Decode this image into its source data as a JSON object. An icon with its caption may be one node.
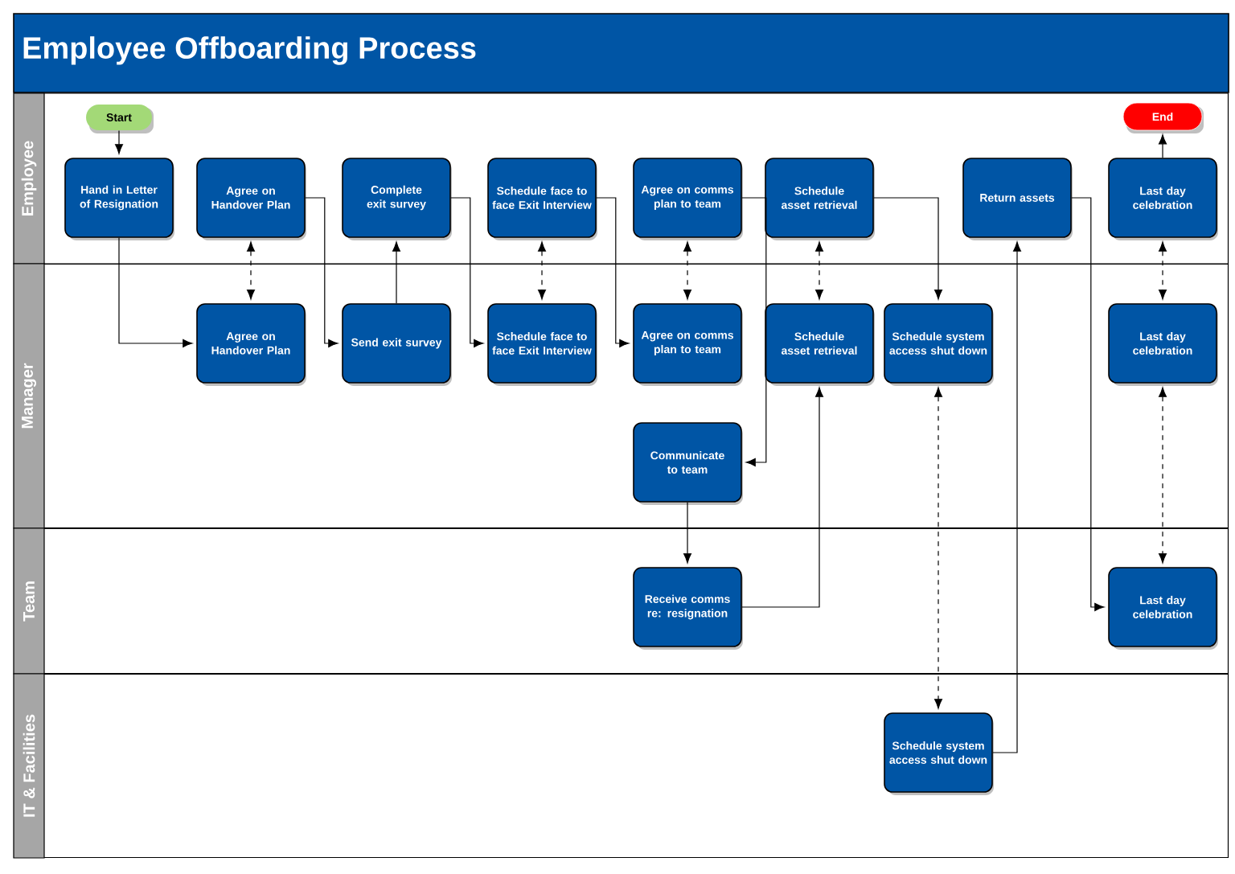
{
  "diagram": {
    "title": "Employee Offboarding Process",
    "nodes": [
      {
        "text": [
          "Employee"
        ]
      },
      {
        "text": [
          "Manager"
        ]
      },
      {
        "text": [
          "Team"
        ]
      },
      {
        "text": [
          "IT & Facilities"
        ]
      },
      {
        "text": [
          "Start"
        ],
        "in": 0
      },
      {
        "text": [
          "Hand in Letter of Resignation"
        ],
        "in": 0
      },
      {
        "text": [
          "Agree on Handover Plan"
        ],
        "in": 0
      },
      {
        "text": [
          "Complete exit survey"
        ],
        "in": 0
      },
      {
        "text": [
          "Schedule face to face Exit Interview"
        ],
        "in": 0
      },
      {
        "text": [
          "Agree on comms plan to team"
        ],
        "in": 0
      },
      {
        "text": [
          "Schedule asset retrieval"
        ],
        "in": 0
      },
      {
        "text": [
          "Return assets"
        ],
        "in": 0
      },
      {
        "text": [
          "End"
        ],
        "in": 0
      },
      {
        "text": [
          "Last day celebration"
        ],
        "in": 0
      },
      {
        "text": [
          "Agree on Handover Plan"
        ],
        "in": 1
      },
      {
        "text": [
          "Send exit survey"
        ],
        "in": 1
      },
      {
        "text": [
          "Schedule face to face Exit Interview"
        ],
        "in": 1
      },
      {
        "text": [
          "Agree on comms plan to team"
        ],
        "in": 1
      },
      {
        "text": [
          "Schedule asset retrieval"
        ],
        "in": 1
      },
      {
        "text": [
          "Schedule system access shut down"
        ],
        "in": 1
      },
      {
        "text": [
          "Last day celebration"
        ],
        "in": 1
      },
      {
        "text": [
          "Communicate to team"
        ],
        "in": 1
      },
      {
        "text": [
          "Receive comms re: resignation"
        ],
        "in": 2
      },
      {
        "text": [
          "Last day celebration"
        ],
        "in": 2
      },
      {
        "text": [
          "Schedule system access shut down"
        ],
        "in": 3
      }
    ],
    "edges": [
      {
        "from": 4,
        "to": 5,
        "arrow": "to"
      },
      {
        "from": 5,
        "to": 14,
        "arrow": "to"
      },
      {
        "from": 6,
        "to": 14,
        "arrow": "both",
        "style": "dashed"
      },
      {
        "from": 6,
        "to": 15,
        "arrow": "to"
      },
      {
        "from": 15,
        "to": 7,
        "arrow": "to"
      },
      {
        "from": 7,
        "to": 16,
        "arrow": "to"
      },
      {
        "from": 8,
        "to": 16,
        "arrow": "both",
        "style": "dashed"
      },
      {
        "from": 8,
        "to": 17,
        "arrow": "to"
      },
      {
        "from": 9,
        "to": 17,
        "arrow": "both",
        "style": "dashed"
      },
      {
        "from": 9,
        "to": 21,
        "arrow": "to"
      },
      {
        "from": 21,
        "to": 22,
        "arrow": "to"
      },
      {
        "from": 22,
        "to": 18,
        "arrow": "to"
      },
      {
        "from": 10,
        "to": 18,
        "arrow": "both",
        "style": "dashed"
      },
      {
        "from": 10,
        "to": 19,
        "arrow": "to"
      },
      {
        "from": 19,
        "to": 24,
        "arrow": "both",
        "style": "dashed"
      },
      {
        "from": 24,
        "to": 11,
        "arrow": "to"
      },
      {
        "from": 11,
        "to": 23,
        "arrow": "to"
      },
      {
        "from": 13,
        "to": 20,
        "arrow": "both",
        "style": "dashed"
      },
      {
        "from": 20,
        "to": 23,
        "arrow": "both",
        "style": "dashed"
      },
      {
        "from": 13,
        "to": 12,
        "arrow": "to"
      }
    ]
  }
}
